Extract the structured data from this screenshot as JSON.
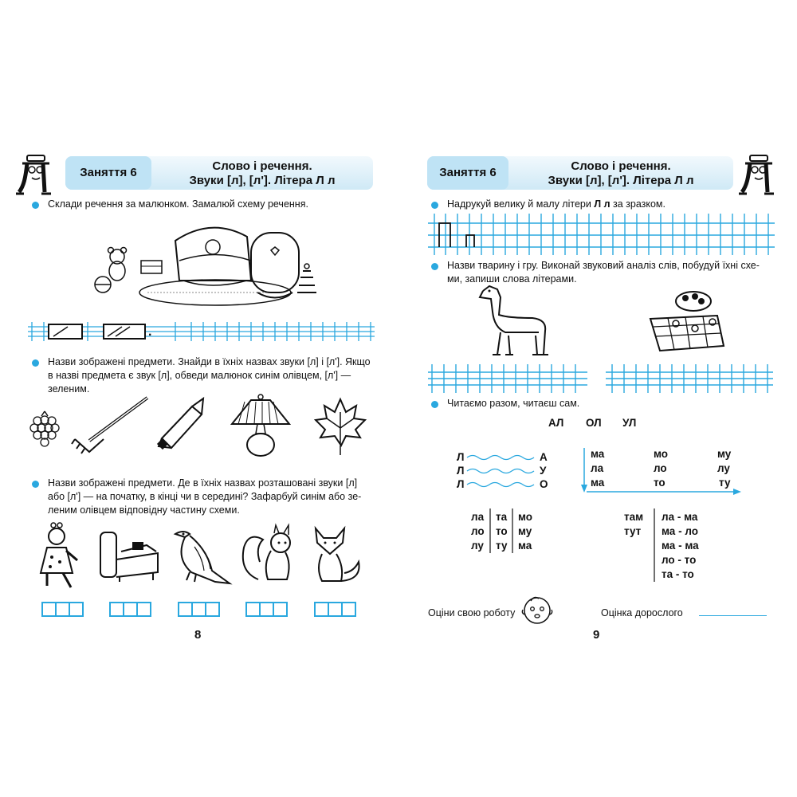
{
  "left_page": {
    "lesson_label": "Заняття 6",
    "title_line1": "Слово і речення.",
    "title_line2": "Звуки [л], [л']. Літера Л л",
    "task1": "Склади речення за малюнком. Замалюй схему речення.",
    "task1_period": ".",
    "task2_line1": "Назви зображені предмети. Знайди в їхніх назвах звуки [л] і [л']. Якщо",
    "task2_line2": "в назві предмета є звук [л], обведи малюнок синім олівцем, [л'] —",
    "task2_line3": "зеленим.",
    "task3_line1": "Назви зображені предмети. Де в їхніх назвах розташовані звуки [л]",
    "task3_line2": "або [л'] — на початку, в кінці чи в середині? Зафарбуй синім або зе-",
    "task3_line3": "леним олівцем відповідну частину схеми.",
    "page_number": "8"
  },
  "right_page": {
    "lesson_label": "Заняття 6",
    "title_line1": "Слово і речення.",
    "title_line2": "Звуки [л], [л']. Літера Л л",
    "task1_prefix": "Надрукуй велику й малу літери ",
    "task1_bold": "Л л",
    "task1_suffix": " за зразком.",
    "task2_line1": "Назви тварину і гру. Виконай звуковий аналіз слів, побудуй їхні схе-",
    "task2_line2": "ми, запиши слова літерами.",
    "task3": "Читаємо разом, читаєш сам.",
    "syllables_top": [
      "АЛ",
      "ОЛ",
      "УЛ"
    ],
    "left_letters": [
      "Л",
      "Л",
      "Л"
    ],
    "right_letters": [
      "А",
      "У",
      "О"
    ],
    "grid_rows": [
      [
        "ма",
        "мо",
        "му"
      ],
      [
        "ла",
        "ло",
        "лу"
      ],
      [
        "ма",
        "то",
        "ту"
      ]
    ],
    "col_a": [
      "ла",
      "ло",
      "лу"
    ],
    "col_b": [
      "та",
      "то",
      "ту"
    ],
    "col_c": [
      "мо",
      "му",
      "ма"
    ],
    "words_left": [
      "там",
      "тут"
    ],
    "words_right": [
      "ла - ма",
      "ма - ло",
      "ма - ма",
      "ло - то",
      "та - то"
    ],
    "self_eval": "Оціни свою роботу",
    "adult_eval": "Оцінка дорослого",
    "page_number": "9"
  },
  "accent_color": "#2aa8df",
  "header_color": "#cfe9f6"
}
